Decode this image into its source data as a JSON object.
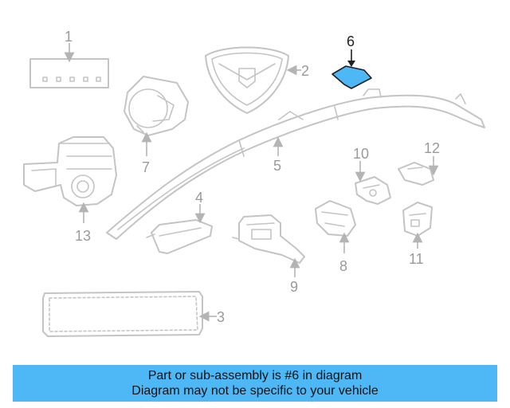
{
  "diagram": {
    "highlight_color": "#4db8f5",
    "part_outline_color": "#c4c4c4",
    "callouts": {
      "c1": "1",
      "c2": "2",
      "c3": "3",
      "c4": "4",
      "c5": "5",
      "c6": "6",
      "c7": "7",
      "c8": "8",
      "c9": "9",
      "c10": "10",
      "c11": "11",
      "c12": "12",
      "c13": "13"
    }
  },
  "banner": {
    "line1": "Part or sub-assembly is #6 in diagram",
    "line2": "Diagram may not be specific to your vehicle"
  }
}
